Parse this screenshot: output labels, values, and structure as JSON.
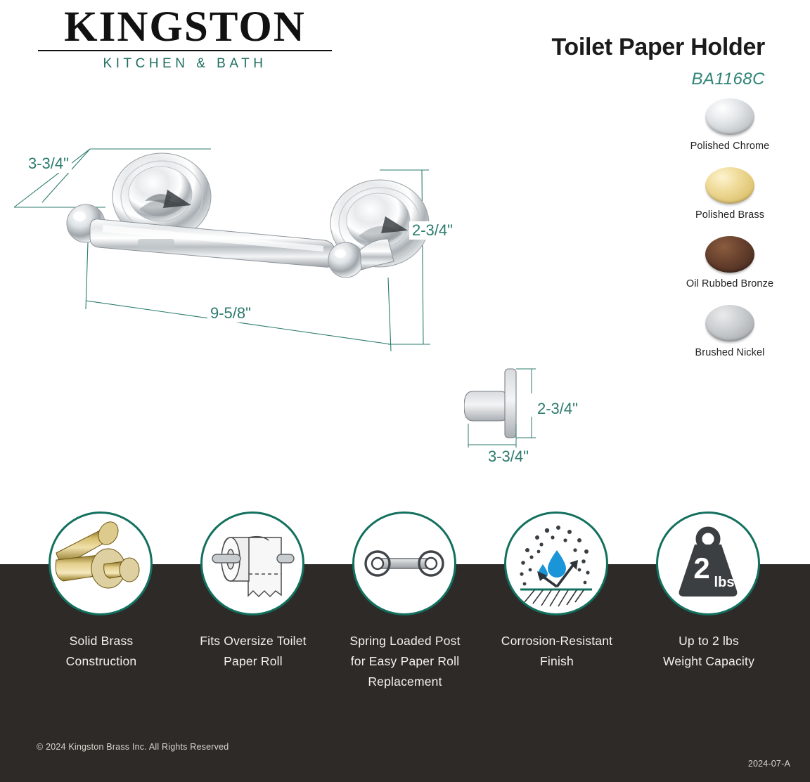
{
  "brand": {
    "name": "KINGSTON",
    "tagline": "KITCHEN & BATH",
    "accent_color": "#1f6f60"
  },
  "header": {
    "title": "Toilet Paper Holder",
    "model": "BA1168C",
    "model_color": "#2e8476"
  },
  "finishes": [
    {
      "label": "Polished Chrome",
      "color": "#c9cccf",
      "swatch_name": "swatch-polished-chrome"
    },
    {
      "label": "Polished Brass",
      "color": "#e8ce84",
      "swatch_name": "swatch-polished-brass"
    },
    {
      "label": "Oil Rubbed Bronze",
      "color": "#5c3a28",
      "swatch_name": "swatch-oil-rubbed-bronze"
    },
    {
      "label": "Brushed Nickel",
      "color": "#b6b9bc",
      "swatch_name": "swatch-brushed-nickel"
    }
  ],
  "dimensions": {
    "depth": "3-3/4\"",
    "height": "2-3/4\"",
    "width": "9-5/8\"",
    "side_height": "2-3/4\"",
    "side_depth": "3-3/4\"",
    "line_color": "#2b7b6d"
  },
  "features": [
    {
      "caption": "Solid Brass\nConstruction",
      "icon": "brass-rods-icon"
    },
    {
      "caption": "Fits Oversize Toilet\nPaper Roll",
      "icon": "toilet-paper-roll-icon"
    },
    {
      "caption": "Spring Loaded Post\nfor Easy Paper Roll\nReplacement",
      "icon": "spring-loaded-post-icon"
    },
    {
      "caption": "Corrosion-Resistant\nFinish",
      "icon": "corrosion-resistant-icon"
    },
    {
      "caption": "Up to 2 lbs\nWeight Capacity",
      "icon": "weight-capacity-icon"
    }
  ],
  "weight_icon": {
    "value": "2",
    "unit": "lbs"
  },
  "footer": {
    "copyright": "© 2024 Kingston Brass Inc. All Rights Reserved",
    "revision": "2024-07-A",
    "band_color": "#2e2a27"
  }
}
